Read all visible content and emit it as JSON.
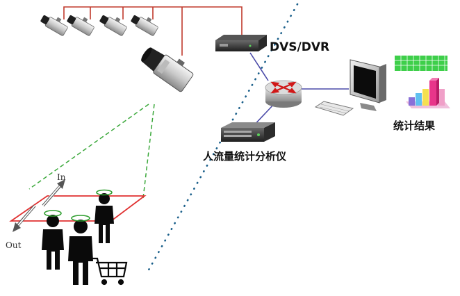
{
  "labels": {
    "dvs_dvr": "DVS/DVR",
    "analyzer": "人流量统计分析仪",
    "results": "统计结果",
    "in": "In",
    "out": "Out"
  },
  "colors": {
    "camera_bus": "#c0392b",
    "network": "#4a4aa8",
    "view_cone": "#3aa83a",
    "zone": "#e03030",
    "head_ring": "#2f9e2f",
    "divider": "#1a5f8a",
    "bar_chart": [
      "#e8358a",
      "#f0a0c8",
      "#f5e050",
      "#60c0f0",
      "#8a70d8"
    ],
    "grid": "#3ecf4a"
  }
}
